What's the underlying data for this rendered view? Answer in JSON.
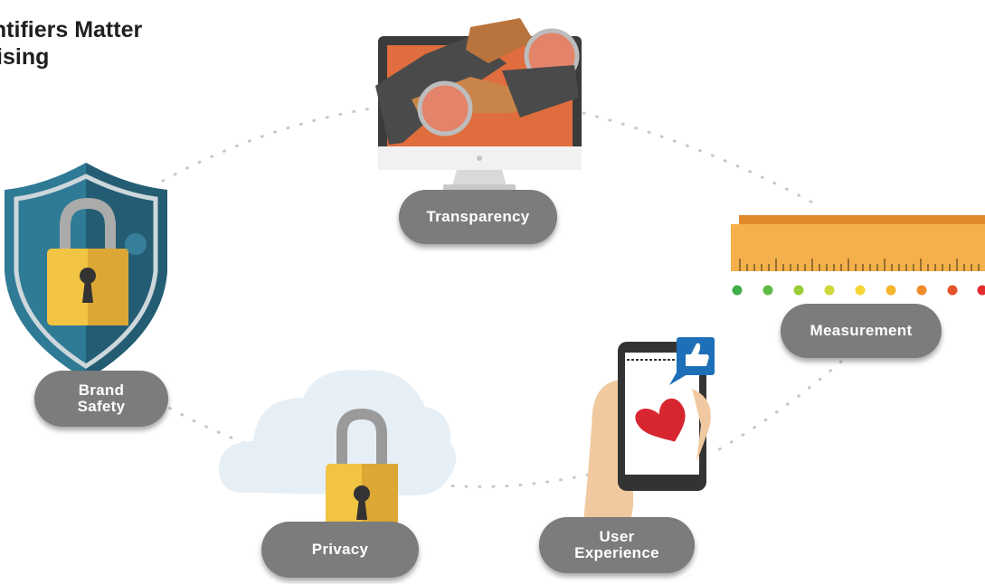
{
  "title": {
    "line1": "entifiers Matter",
    "line2": "rtising"
  },
  "nodes": {
    "transparency": {
      "label": "Transparency",
      "icon": "monitor-magnifying-glass-icon"
    },
    "measurement": {
      "label": "Measurement",
      "icon": "ruler-icon"
    },
    "user_experience": {
      "line1": "User",
      "line2": "Experience",
      "icon": "phone-thumbs-up-heart-icon"
    },
    "privacy": {
      "label": "Privacy",
      "icon": "cloud-padlock-icon"
    },
    "brand_safety": {
      "line1": "Brand",
      "line2": "Safety",
      "icon": "shield-padlock-icon"
    }
  },
  "colors": {
    "pill": "#7c7c7c",
    "ruler": "#f4b04a",
    "monitor_screen": "#e06d3d",
    "shield": "#2f7a95",
    "padlock": "#f2c443",
    "heart": "#d7262f",
    "thumbs_badge": "#1d6fb8",
    "dots": [
      "#3fae49",
      "#5fbb47",
      "#9ccc3c",
      "#cfd83a",
      "#f5d637",
      "#f5b42c",
      "#f08a2b",
      "#e5532a",
      "#e02d2d"
    ]
  }
}
